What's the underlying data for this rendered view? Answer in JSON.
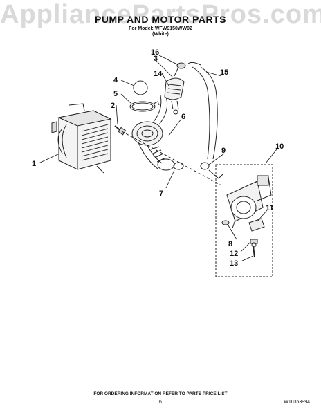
{
  "watermark": "AppliancePartsPros.com",
  "header": {
    "title": "PUMP AND MOTOR PARTS",
    "model_line": "For Model: WFW9150WW02",
    "color_line": "(White)"
  },
  "callouts": [
    "1",
    "2",
    "3",
    "4",
    "5",
    "6",
    "7",
    "8",
    "9",
    "10",
    "11",
    "12",
    "13",
    "14",
    "15",
    "16"
  ],
  "footer": {
    "ordering_note": "FOR ORDERING INFORMATION REFER TO PARTS PRICE LIST",
    "page_number": "6",
    "doc_number": "W10363994"
  }
}
